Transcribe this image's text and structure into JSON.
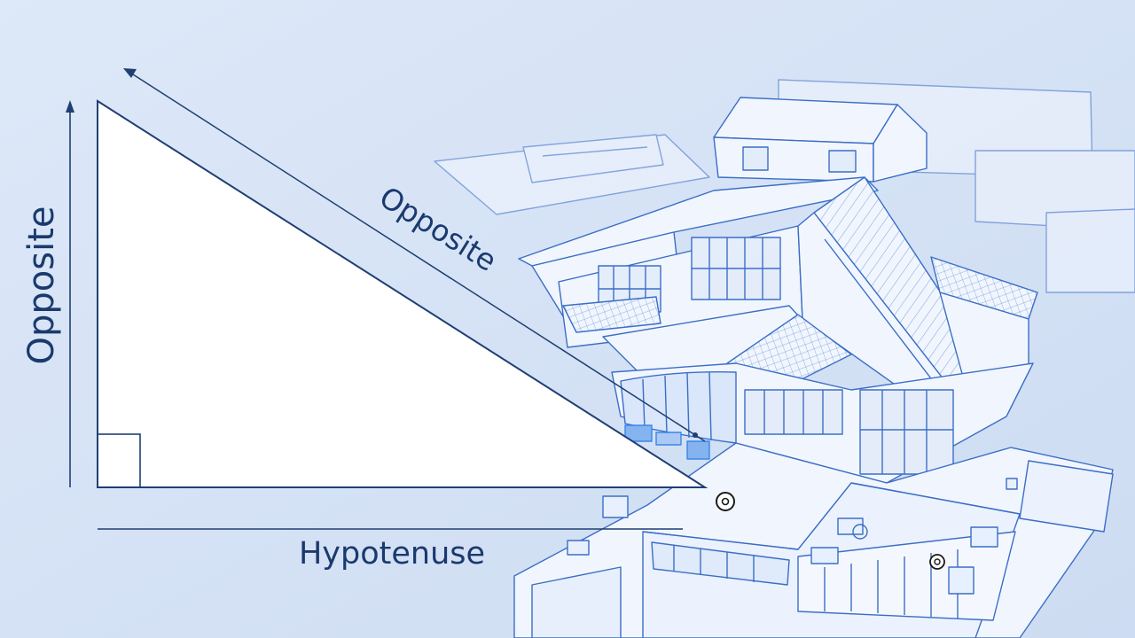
{
  "diagram": {
    "labels": {
      "vertical_side": "Opposite",
      "diagonal_side": "Opposite",
      "bottom_side": "Hypotenuse"
    },
    "colors": {
      "background": "#d6e3f6",
      "triangle_fill": "#ffffff",
      "line": "#1f3f73",
      "label": "#1a3a6e",
      "sketch_line": "#2f65c4",
      "sketch_fill": "#f4f8ff",
      "highlight": "#2d7fe8"
    },
    "icons": [
      "right-angle-marker",
      "arrow-up-icon",
      "arrow-up-left-icon",
      "target-marker-icon"
    ]
  }
}
